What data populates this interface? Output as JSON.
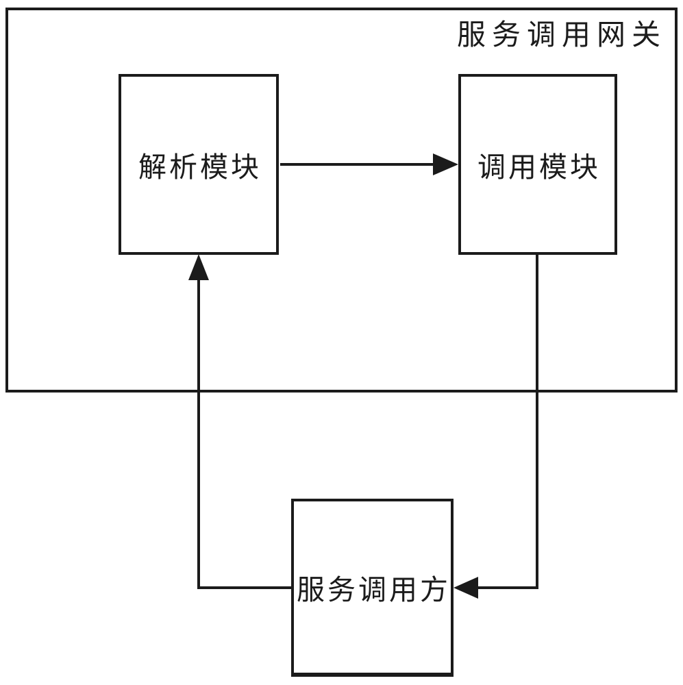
{
  "diagram": {
    "title": "服务调用网关",
    "nodes": {
      "parse": {
        "label": "解析模块"
      },
      "call": {
        "label": "调用模块"
      },
      "caller": {
        "label": "服务调用方"
      }
    },
    "edges": [
      {
        "from": "解析模块",
        "to": "调用模块",
        "arrow": "right"
      },
      {
        "from": "服务调用方",
        "to": "解析模块",
        "arrow": "up"
      },
      {
        "from": "调用模块",
        "to": "服务调用方",
        "arrow": "left"
      }
    ],
    "colors": {
      "line": "#1b1b1b",
      "background": "#ffffff"
    }
  }
}
